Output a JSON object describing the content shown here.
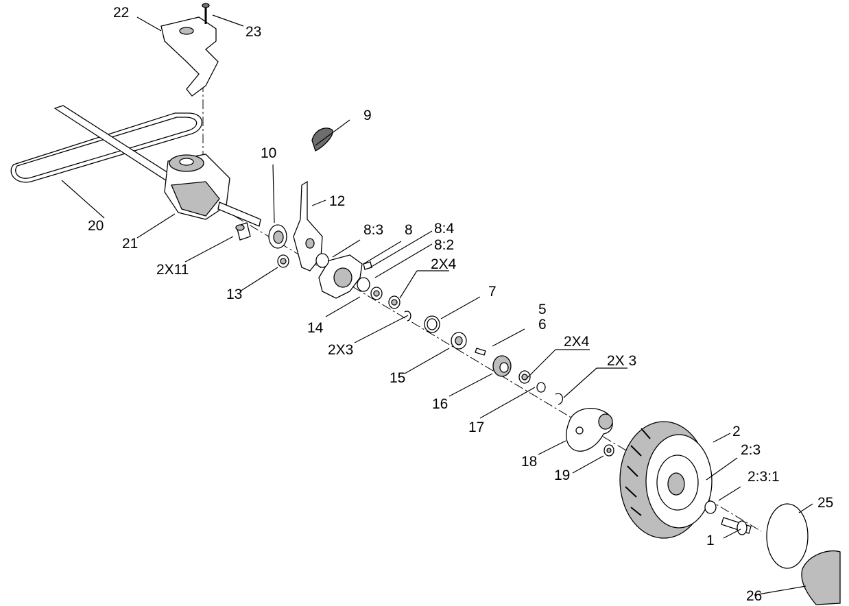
{
  "labels": {
    "p1": "1",
    "p2": "2",
    "p2_3": "2:3",
    "p2_3_1": "2:3:1",
    "p5": "5",
    "p6": "6",
    "p7": "7",
    "p8": "8",
    "p8_2": "8:2",
    "p8_3": "8:3",
    "p8_4": "8:4",
    "p9": "9",
    "p10": "10",
    "p11": "2X11",
    "p12": "12",
    "p13": "13",
    "p14": "14",
    "p15": "15",
    "p16": "16",
    "p17": "17",
    "p18": "18",
    "p19": "19",
    "p20": "20",
    "p21": "21",
    "p22": "22",
    "p23": "23",
    "p25": "25",
    "p26": "26",
    "p2x3a": "2X3",
    "p2x3b": "2X 3",
    "p2x4a": "2X4",
    "p2x4b": "2X4"
  }
}
